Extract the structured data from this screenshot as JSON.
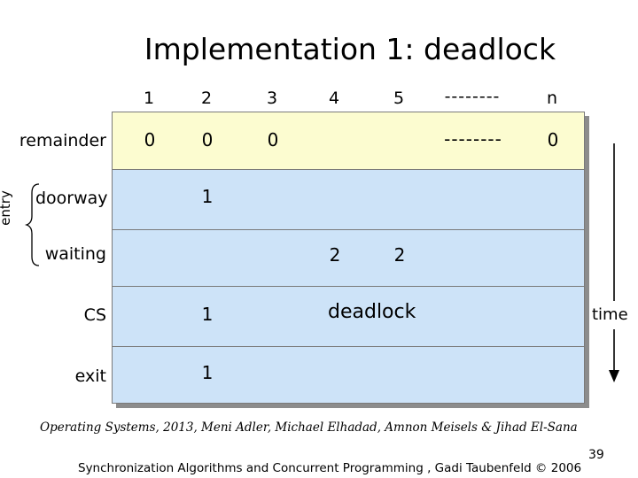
{
  "title": "Implementation 1: deadlock",
  "columns": [
    "1",
    "2",
    "3",
    "4",
    "5",
    "--------",
    "n"
  ],
  "row_labels": {
    "remainder": "remainder",
    "entry": "entry",
    "doorway": "doorway",
    "waiting": "waiting",
    "cs": "CS",
    "exit": "exit"
  },
  "cells": {
    "remainder": [
      "0",
      "0",
      "0",
      "--------",
      "0"
    ],
    "doorway": [
      "1"
    ],
    "waiting": [
      "2",
      "2"
    ],
    "cs": [
      "1"
    ],
    "exit": [
      "1"
    ]
  },
  "annotations": {
    "deadlock": "deadlock",
    "time": "time"
  },
  "footer": {
    "line1": "Operating Systems, 2013, Meni Adler, Michael Elhadad, Amnon Meisels & Jihad El-Sana",
    "line2": "Synchronization Algorithms and Concurrent Programming , Gadi Taubenfeld © 2006",
    "page_number": "39"
  },
  "colors": {
    "remainder_row": "#fcfcd0",
    "entry_rows": "#cde3f8",
    "border": "#7a7a7a",
    "shadow": "#8c8c8c"
  }
}
